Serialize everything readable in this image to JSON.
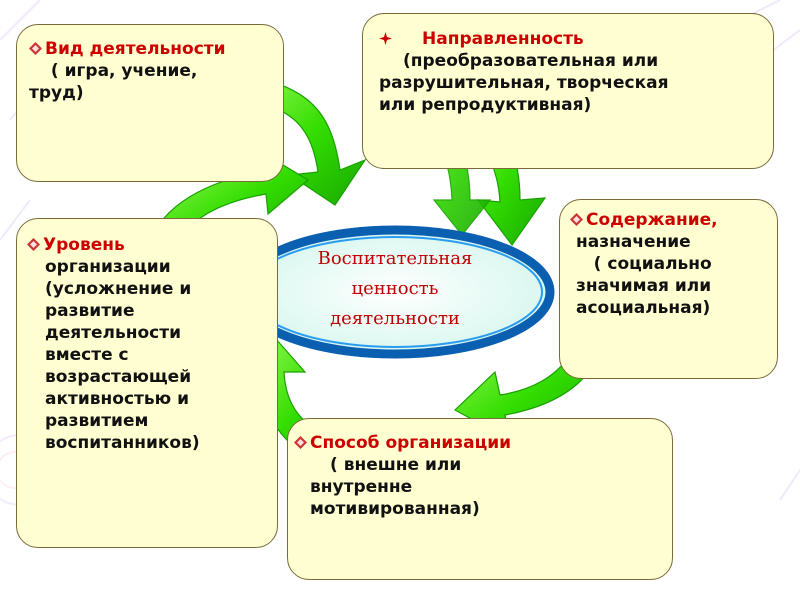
{
  "boxes": {
    "activity_type": {
      "heading": "Вид деятельности",
      "line1": " ( игра, учение,",
      "line2": "труд)"
    },
    "direction": {
      "heading": "Направленность",
      "line1": "(преобразовательная или",
      "line2": "разрушительная, творческая",
      "line3": "или репродуктивная)"
    },
    "content": {
      "heading": "Содержание,",
      "line1": "назначение",
      "line2": "    ( социально",
      "line3": "значимая или",
      "line4": "асоциальная)"
    },
    "organization_level": {
      "heading": "Уровень",
      "lines": [
        "организации",
        "(усложнение и",
        "развитие",
        "деятельности",
        "вместе с",
        "возрастающей",
        "активностью и",
        "развитием",
        "воспитанников)"
      ]
    },
    "organization_method": {
      "heading": "Способ организации",
      "line1": "( внешне или",
      "line2": "внутренне",
      "line3": "мотивированная)"
    }
  },
  "center": {
    "line1": "Воспитательная",
    "line2": "ценность",
    "line3": "деятельности"
  },
  "colors": {
    "arrow": "#33dd00",
    "arrow_dark": "#1a9a00",
    "box_fill": "#ffffd2",
    "ellipse_ring": "#0a5fb0",
    "ellipse_fill": "#e8fff8",
    "heading": "#cc0000",
    "center_text": "#c00000"
  }
}
